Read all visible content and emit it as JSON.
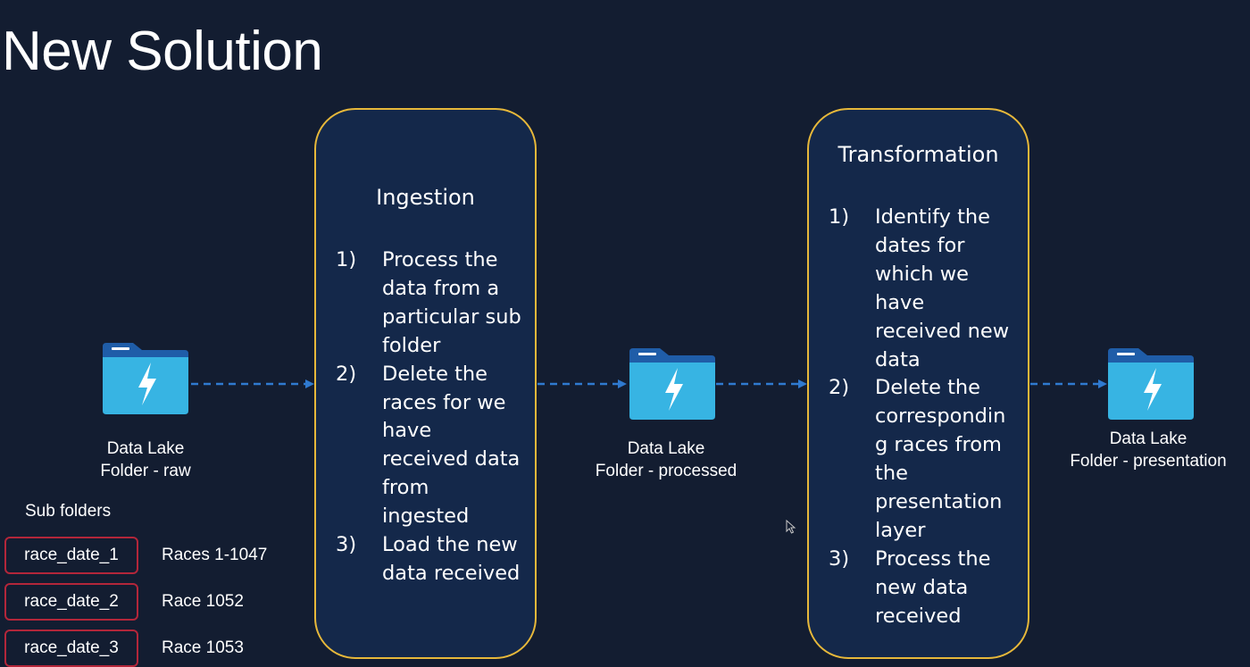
{
  "title": "New Solution",
  "ingestion": {
    "heading": "Ingestion",
    "steps": [
      {
        "num": "1)",
        "lines": [
          "Process the",
          "data from a",
          "particular sub",
          "folder"
        ]
      },
      {
        "num": "2)",
        "lines": [
          "Delete the",
          "races for we",
          "have",
          "received data",
          "from",
          "ingested"
        ]
      },
      {
        "num": "3)",
        "lines": [
          "Load the new",
          "data received"
        ]
      }
    ]
  },
  "transformation": {
    "heading": "Transformation",
    "steps": [
      {
        "num": "1)",
        "lines": [
          "Identify the",
          "dates for",
          "which we",
          "have",
          "received new",
          "data"
        ]
      },
      {
        "num": "2)",
        "lines": [
          "Delete the",
          "correspondin",
          "g races from",
          "the",
          "presentation",
          "layer"
        ]
      },
      {
        "num": "3)",
        "lines": [
          "Process the",
          "new data",
          "received"
        ]
      }
    ]
  },
  "folders": {
    "raw": {
      "line1": "Data Lake",
      "line2": "Folder - raw"
    },
    "processed": {
      "line1": "Data Lake",
      "line2": "Folder - processed"
    },
    "presentation": {
      "line1": "Data Lake",
      "line2": "Folder - presentation"
    }
  },
  "subfolders": {
    "heading": "Sub folders",
    "items": [
      {
        "name": "race_date_1",
        "desc": "Races 1-1047"
      },
      {
        "name": "race_date_2",
        "desc": "Race 1052"
      },
      {
        "name": "race_date_3",
        "desc": "Race 1053"
      }
    ]
  },
  "colors": {
    "background": "#131d31",
    "box_fill": "#14284a",
    "box_border": "#e7b83a",
    "arrow": "#2f7ad0",
    "folder_body": "#37b4e3",
    "folder_tab": "#1f5da8",
    "subfolder_border": "#b3263a"
  },
  "icons": [
    "folder-lightning-icon",
    "mouse-cursor-icon"
  ]
}
